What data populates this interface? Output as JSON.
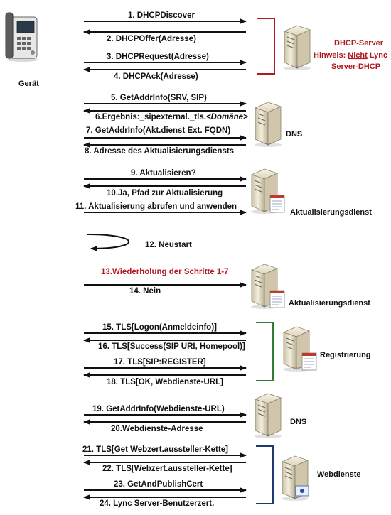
{
  "device_label": "Gerät",
  "dhcp_note": {
    "line1": "DHCP-Server",
    "line2_prefix": "Hinweis: ",
    "line2_emph": "Nicht",
    "line2_suffix": " Lync",
    "line3": "Server-DHCP"
  },
  "servers": {
    "dns1": "DNS",
    "update1": "Aktualisierungsdienst",
    "update2": "Aktualisierungsdienst",
    "registrar": "Registrierung",
    "dns2": "DNS",
    "webservices": "Webdienste"
  },
  "messages": {
    "m1": "1. DHCPDiscover",
    "m2": "2. DHCPOffer(Adresse)",
    "m3": "3. DHCPRequest(Adresse)",
    "m4": "4. DHCPAck(Adresse)",
    "m5": "5. GetAddrInfo(SRV, SIP)",
    "m6_prefix": "6.Ergebnis:_sipexternal._tls.",
    "m6_italic": "<Domäne>",
    "m7": "7. GetAddrInfo(Akt.dienst Ext. FQDN)",
    "m8": "8. Adresse des Aktualisierungsdiensts",
    "m9": "9. Aktualisieren?",
    "m10": "10.Ja, Pfad zur Aktualisierung",
    "m11": "11. Aktualisierung abrufen und anwenden",
    "m12": "12. Neustart",
    "m13": "13.Wiederholung der Schritte 1-7",
    "m14": "14. Nein",
    "m15": "15. TLS[Logon(Anmeldeinfo)]",
    "m16": "16. TLS[Success(SIP URI, Homepool)]",
    "m17": "17. TLS[SIP:REGISTER]",
    "m18": "18. TLS[OK, Webdienste-URL]",
    "m19": "19. GetAddrInfo(Webdienste-URL)",
    "m20": "20.Webdienste-Adresse",
    "m21": "21. TLS[Get Webzert.aussteller-Kette]",
    "m22": "22. TLS[Webzert.aussteller-Kette]",
    "m23": "23. GetAndPublishCert",
    "m24": "24. Lync Server-Benutzerzert."
  },
  "colors": {
    "dhcp_bracket": "#b0191e",
    "registrar_bracket": "#2e7d32",
    "webservices_bracket": "#1f3a6e",
    "highlight_text": "#b0191e"
  },
  "icons": {
    "device": "desk-phone-icon",
    "server": "server-tower-icon",
    "update_server": "server-with-document-icon"
  }
}
